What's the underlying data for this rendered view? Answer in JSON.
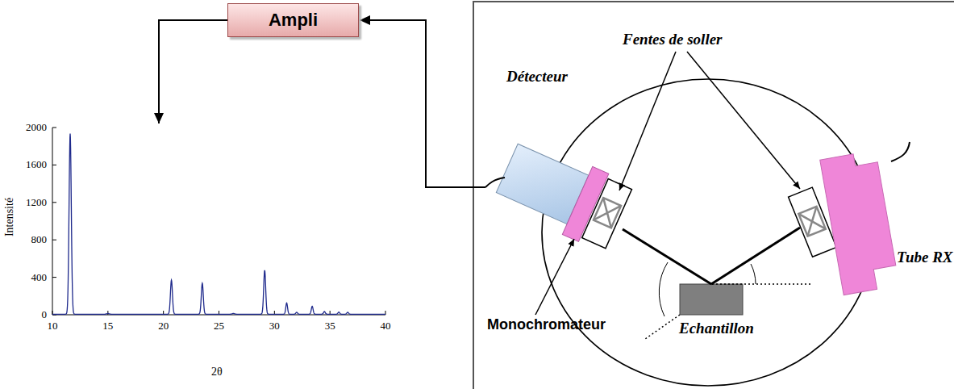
{
  "diagram": {
    "nodes": [
      {
        "text": [
          "Ampli"
        ]
      },
      {
        "text": [
          "Détecteur"
        ]
      },
      {
        "text": [
          "Intensité",
          "2θ"
        ]
      }
    ],
    "edges": [
      {
        "from": 1,
        "to": 0,
        "arrow": "to"
      },
      {
        "from": 0,
        "to": 2,
        "arrow": "to"
      }
    ],
    "labels": [
      "Fentes de soller",
      "Monochromateur",
      "Echantillon",
      "Tube RX",
      "0",
      "400",
      "800",
      "1200",
      "1600",
      "2000",
      "10",
      "15",
      "20",
      "25",
      "30",
      "35",
      "40"
    ]
  }
}
